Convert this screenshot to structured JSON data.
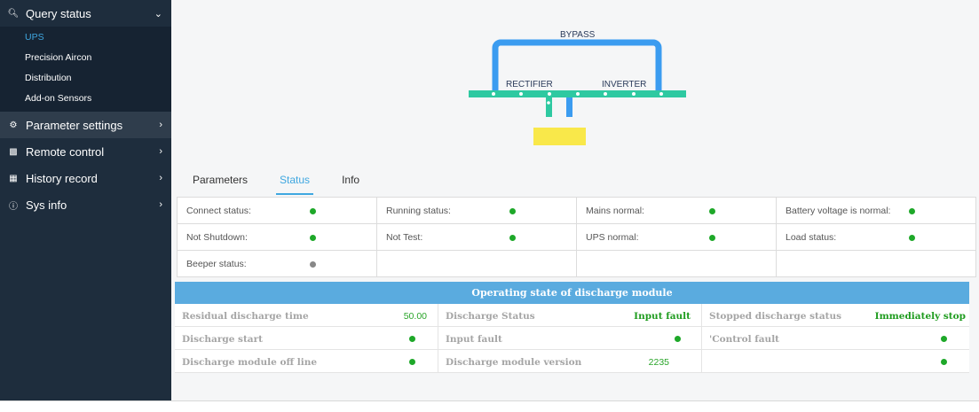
{
  "sidebar": {
    "query_status": {
      "label": "Query status",
      "items": [
        "UPS",
        "Precision Aircon",
        "Distribution",
        "Add-on Sensors"
      ]
    },
    "groups": [
      {
        "label": "Parameter settings"
      },
      {
        "label": "Remote control"
      },
      {
        "label": "History record"
      },
      {
        "label": "Sys info"
      }
    ]
  },
  "diagram": {
    "bypass": "BYPASS",
    "rectifier": "RECTIFIER",
    "inverter": "INVERTER"
  },
  "tabs": [
    "Parameters",
    "Status",
    "Info"
  ],
  "active_tab": "Status",
  "status": {
    "rows": [
      [
        {
          "label": "Connect status:",
          "state": "ok"
        },
        {
          "label": "Running status:",
          "state": "ok"
        },
        {
          "label": "Mains normal:",
          "state": "ok"
        },
        {
          "label": "Battery voltage is normal:",
          "state": "ok"
        }
      ],
      [
        {
          "label": "Not Shutdown:",
          "state": "ok"
        },
        {
          "label": "Not Test:",
          "state": "ok"
        },
        {
          "label": "UPS normal:",
          "state": "ok"
        },
        {
          "label": "Load status:",
          "state": "ok"
        }
      ],
      [
        {
          "label": "Beeper status:",
          "state": "off"
        },
        {
          "label": ""
        },
        {
          "label": ""
        },
        {
          "label": ""
        }
      ]
    ]
  },
  "discharge": {
    "title": "Operating state of discharge module",
    "rows": [
      [
        {
          "label": "Residual discharge time",
          "value": "50.00"
        },
        {
          "label": "Discharge Status",
          "value": "Input fault"
        },
        {
          "label": "Stopped discharge status",
          "value": "Immediately stop"
        }
      ],
      [
        {
          "label": "Discharge start",
          "dot": true
        },
        {
          "label": "Input fault",
          "dot": true
        },
        {
          "label": "'Control fault",
          "dot": true
        }
      ],
      [
        {
          "label": "Discharge module off line",
          "dot": true
        },
        {
          "label": "Discharge module version",
          "value": "2235"
        },
        {
          "label": "",
          "dot": true
        }
      ]
    ]
  },
  "colors": {
    "sidebar": "#1e2d3d",
    "accent": "#3fa7e0",
    "ok": "#1ea829",
    "pipe_blue": "#3b9cf0",
    "bus_teal": "#2ec9a1",
    "battery": "#f9e84a"
  }
}
